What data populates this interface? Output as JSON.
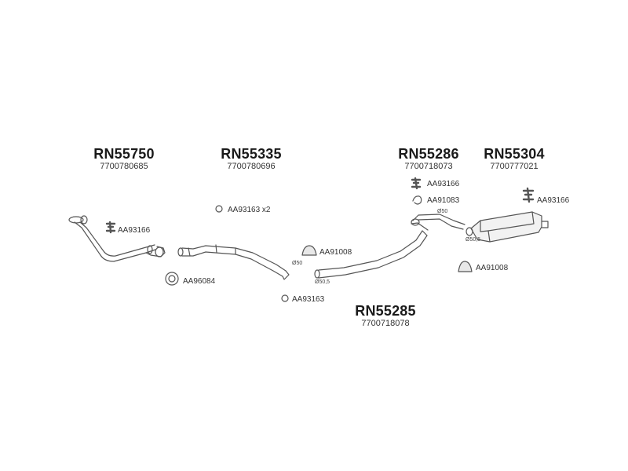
{
  "parts": [
    {
      "code": "RN55750",
      "ref": "7700780685"
    },
    {
      "code": "RN55335",
      "ref": "7700780696"
    },
    {
      "code": "RN55286",
      "ref": "7700718073"
    },
    {
      "code": "RN55304",
      "ref": "7700777021"
    },
    {
      "code": "RN55285",
      "ref": "7700718078"
    }
  ],
  "accessories": {
    "hanger_1": "AA93166",
    "gasket": "AA96084",
    "ring_x2": "AA93163 x2",
    "ring_2": "AA93163",
    "clamp_1": "AA91008",
    "hanger_2": "AA93166",
    "clip": "AA91083",
    "hanger_3": "AA93166",
    "clamp_2": "AA91008"
  },
  "diameters": {
    "d1": "Ø50",
    "d2": "Ø50,5",
    "d3": "Ø50",
    "d4": "Ø50,5"
  },
  "colors": {
    "line": "#555555",
    "fill": "#f2f2f2"
  }
}
